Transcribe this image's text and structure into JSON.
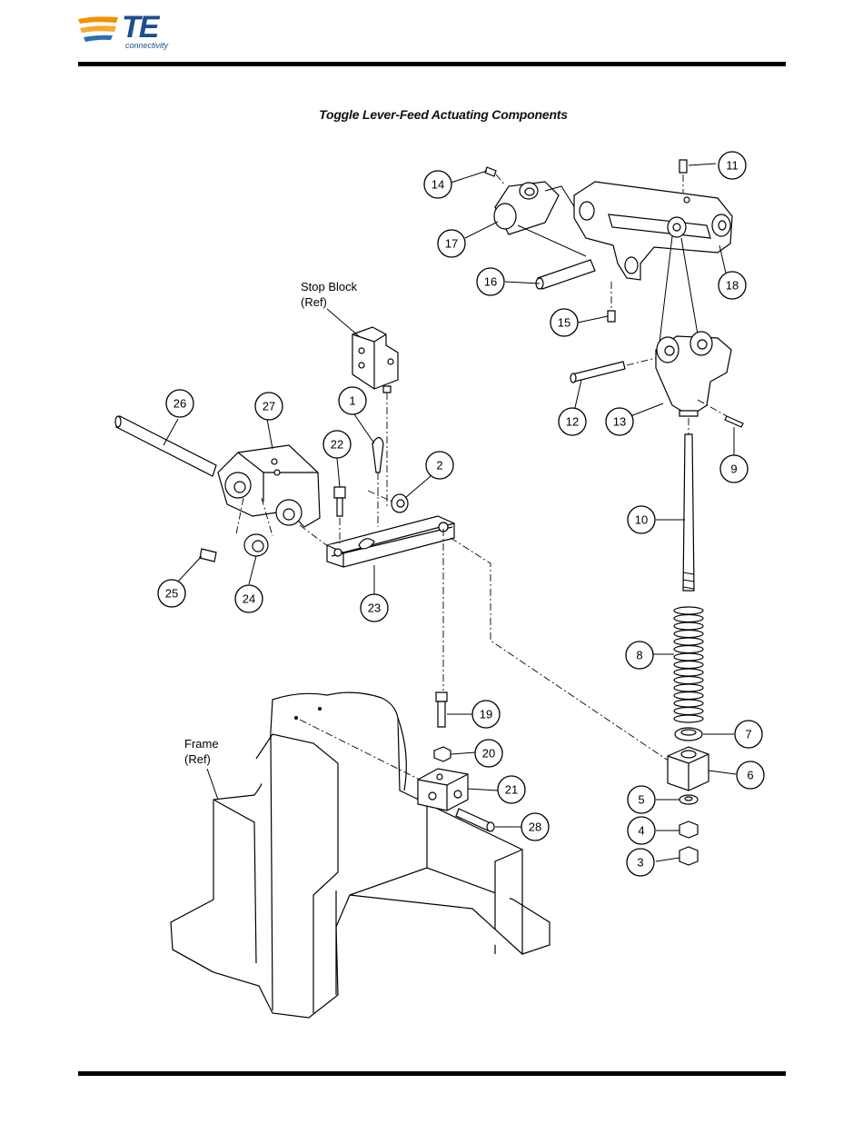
{
  "header": {
    "logo": {
      "wordmark": "TE",
      "tagline": "connectivity",
      "colors": {
        "orange": "#f39200",
        "blue": "#1b4f8f"
      }
    }
  },
  "title": "Toggle Lever-Feed Actuating Components",
  "reference_labels": {
    "stop_block": [
      "Stop Block",
      "(Ref)"
    ],
    "frame": [
      "Frame",
      "(Ref)"
    ]
  },
  "callouts": [
    "1",
    "2",
    "3",
    "4",
    "5",
    "6",
    "7",
    "8",
    "9",
    "10",
    "11",
    "12",
    "13",
    "14",
    "15",
    "16",
    "17",
    "18",
    "19",
    "20",
    "21",
    "22",
    "23",
    "24",
    "25",
    "26",
    "27",
    "28"
  ]
}
